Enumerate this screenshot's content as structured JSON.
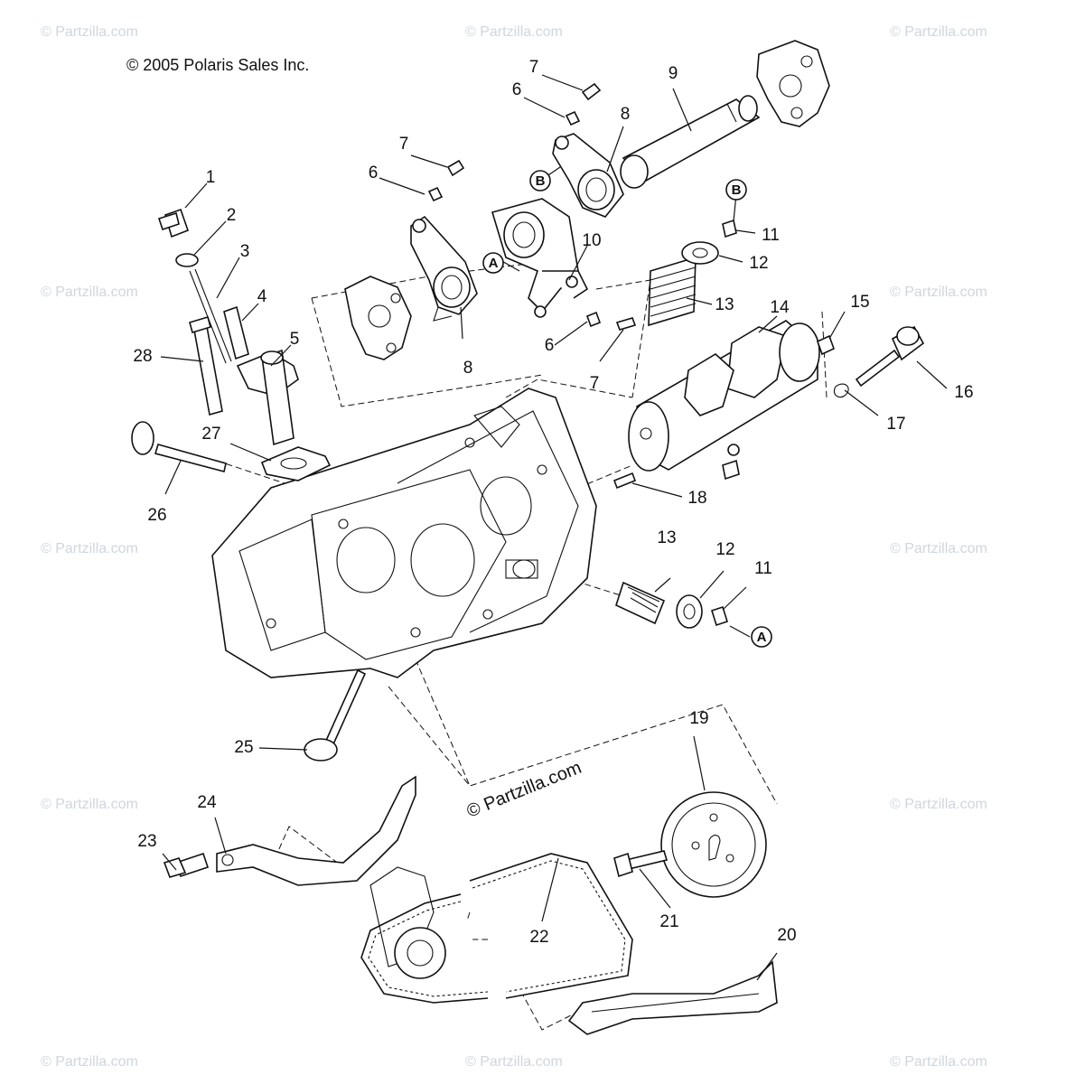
{
  "copyright": "© 2005 Polaris Sales Inc.",
  "center_watermark": "© Partzilla.com",
  "watermark_text": "© Partzilla.com",
  "callouts": [
    "1",
    "2",
    "3",
    "4",
    "5",
    "6",
    "7",
    "8",
    "9",
    "10",
    "11",
    "12",
    "13",
    "14",
    "15",
    "16",
    "17",
    "18",
    "19",
    "20",
    "21",
    "22",
    "23",
    "24",
    "25",
    "26",
    "27",
    "28"
  ],
  "reference_letters": [
    "A",
    "B"
  ],
  "colors": {
    "line": "#111111",
    "watermark": "#cfd6dd",
    "background": "#ffffff"
  }
}
